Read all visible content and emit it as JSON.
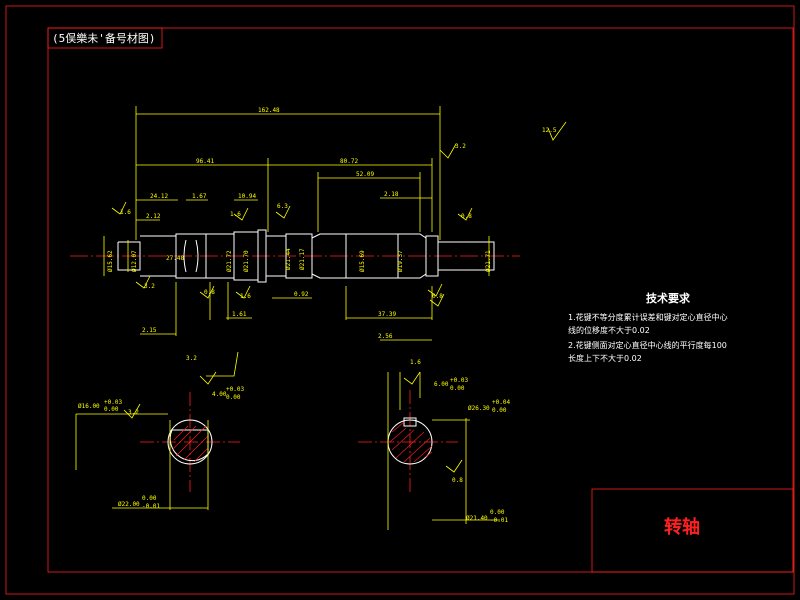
{
  "corner_label": "(5俣樂未'备号材图)",
  "title": "转轴",
  "requirements": {
    "heading": "技术要求",
    "line1": "1.花键不等分度累计误差和键对定心直径中心",
    "line2": "线的位移度不大于0.02",
    "line3": "2.花键侧面对定心直径中心线的平行度每100",
    "line4": "长度上下不大于0.02"
  },
  "dims": {
    "overall": "162.48",
    "left_span": "96.41",
    "right_span": "80.72",
    "right_inner": "52.09",
    "d1": "24.12",
    "d2": "1.67",
    "d3": "10.94",
    "d4": "2.12",
    "d5": "2.18",
    "d6": "1.6",
    "d7": "2.15",
    "d8": "1.61",
    "d9": "0.92",
    "d10": "37.39",
    "d11": "2.56",
    "dia_left": "Ø15.62",
    "dia_a": "Ø12.07",
    "dia_b": "27.48",
    "dia_c": "Ø21.72",
    "dia_d": "Ø21.70",
    "dia_e": "Ø21.44",
    "dia_f": "Ø21.17",
    "dia_g": "Ø15.69",
    "dia_h": "Ø19.37",
    "dia_right": "Ø21.71",
    "rough1": "12.5",
    "rough2": "3.2",
    "rough3": "1.6",
    "rough4": "6.3",
    "rough5": "0.8",
    "rough6": "0.8",
    "rough7": "1.6",
    "rough8": "3.2",
    "rough9": "6.3",
    "rough10": "1.6",
    "rough11": "0.8",
    "rough12": "3.2",
    "sec1_key": "4.00",
    "sec1_tol_hi": "+0.03",
    "sec1_tol_lo": "0.00",
    "sec1_dia": "Ø16.00",
    "sec1_dia_tol_hi": "+0.03",
    "sec1_dia_tol_lo": "0.00",
    "sec1_bottom": "Ø22.00",
    "sec1_bottom_hi": "0.00",
    "sec1_bottom_lo": "-0.01",
    "sec2_key": "6.00",
    "sec2_tol_hi": "+0.03",
    "sec2_tol_lo": "0.00",
    "sec2_dia": "Ø26.30",
    "sec2_dia_tol_hi": "+0.04",
    "sec2_dia_tol_lo": "0.00",
    "sec2_bottom": "Ø21.40",
    "sec2_bottom_hi": "0.00",
    "sec2_bottom_lo": "-0.01",
    "sec2_rough": "1.6",
    "sec2_rough2": "0.8",
    "sec1_rough": "3.2"
  }
}
